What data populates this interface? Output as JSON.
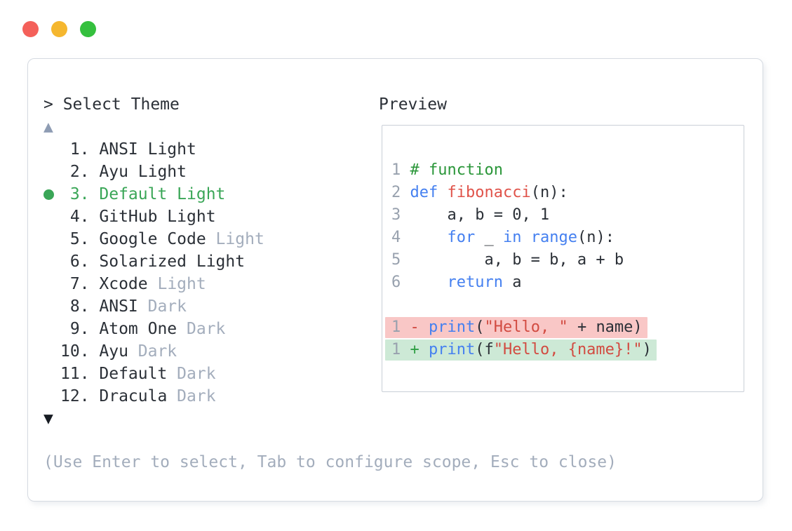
{
  "colors": {
    "txt": "#2b3037",
    "dim": "#a3adbc",
    "linenum": "#98a1ae",
    "sel": "#3aa657",
    "kw": "#4580f0",
    "fn": "#e0534a",
    "str": "#d24b41",
    "com": "#2a9639",
    "minus": "#d0453c",
    "plus": "#2f9e44",
    "bgRemoved": "#f9c7c6",
    "bgAdded": "#cde9d6",
    "border": "#d5dae1",
    "borderPreview": "#c9cfd7",
    "arrowDim": "#8e9cb3",
    "arrowDark": "#171c23",
    "lightRed": "#f4605a",
    "lightYellow": "#f5b72f",
    "lightGreen": "#35c03e"
  },
  "window_controls": [
    {
      "name": "close-button",
      "colorKey": "lightRed"
    },
    {
      "name": "minimize-button",
      "colorKey": "lightYellow"
    },
    {
      "name": "zoom-button",
      "colorKey": "lightGreen"
    }
  ],
  "theme_picker": {
    "title": "> Select Theme",
    "scroll_up_icon": "▲",
    "scroll_down_icon": "▼",
    "items": [
      {
        "num": "1.",
        "name": "ANSI Light",
        "suffix": "",
        "selected": false
      },
      {
        "num": "2.",
        "name": "Ayu Light",
        "suffix": "",
        "selected": false
      },
      {
        "num": "3.",
        "name": "Default Light",
        "suffix": "",
        "selected": true
      },
      {
        "num": "4.",
        "name": "GitHub Light",
        "suffix": "",
        "selected": false
      },
      {
        "num": "5.",
        "name": "Google Code",
        "suffix": "Light",
        "selected": false
      },
      {
        "num": "6.",
        "name": "Solarized Light",
        "suffix": "",
        "selected": false
      },
      {
        "num": "7.",
        "name": "Xcode",
        "suffix": "Light",
        "selected": false
      },
      {
        "num": "8.",
        "name": "ANSI",
        "suffix": "Dark",
        "selected": false
      },
      {
        "num": "9.",
        "name": "Atom One",
        "suffix": "Dark",
        "selected": false
      },
      {
        "num": "10.",
        "name": "Ayu",
        "suffix": "Dark",
        "selected": false
      },
      {
        "num": "11.",
        "name": "Default",
        "suffix": "Dark",
        "selected": false
      },
      {
        "num": "12.",
        "name": "Dracula",
        "suffix": "Dark",
        "selected": false
      }
    ],
    "hint": "(Use Enter to select, Tab to configure scope, Esc to close)"
  },
  "preview": {
    "label": "Preview",
    "code_lines": [
      {
        "num": "1",
        "tokens": [
          {
            "t": "# function",
            "c": "com"
          }
        ]
      },
      {
        "num": "2",
        "tokens": [
          {
            "t": "def",
            "c": "kw"
          },
          {
            "t": " ",
            "c": "txt"
          },
          {
            "t": "fibonacci",
            "c": "fn"
          },
          {
            "t": "(n):",
            "c": "txt"
          }
        ]
      },
      {
        "num": "3",
        "tokens": [
          {
            "t": "    a, b = 0, 1",
            "c": "txt"
          }
        ]
      },
      {
        "num": "4",
        "tokens": [
          {
            "t": "    ",
            "c": "txt"
          },
          {
            "t": "for",
            "c": "kw"
          },
          {
            "t": " _ ",
            "c": "txt"
          },
          {
            "t": "in",
            "c": "kw"
          },
          {
            "t": " ",
            "c": "txt"
          },
          {
            "t": "range",
            "c": "kw"
          },
          {
            "t": "(n):",
            "c": "txt"
          }
        ]
      },
      {
        "num": "5",
        "tokens": [
          {
            "t": "        a, b = b, a + b",
            "c": "txt"
          }
        ]
      },
      {
        "num": "6",
        "tokens": [
          {
            "t": "    ",
            "c": "txt"
          },
          {
            "t": "return",
            "c": "kw"
          },
          {
            "t": " a",
            "c": "txt"
          }
        ]
      }
    ],
    "diff_lines": [
      {
        "num": "1",
        "sign": "-",
        "kind": "removed",
        "tokens": [
          {
            "t": "print",
            "c": "kw"
          },
          {
            "t": "(",
            "c": "txt"
          },
          {
            "t": "\"Hello, \"",
            "c": "str"
          },
          {
            "t": " + name)",
            "c": "txt"
          }
        ]
      },
      {
        "num": "1",
        "sign": "+",
        "kind": "added",
        "tokens": [
          {
            "t": "print",
            "c": "kw"
          },
          {
            "t": "(f",
            "c": "txt"
          },
          {
            "t": "\"Hello, {name}!\"",
            "c": "str"
          },
          {
            "t": ")",
            "c": "txt"
          }
        ]
      }
    ]
  }
}
